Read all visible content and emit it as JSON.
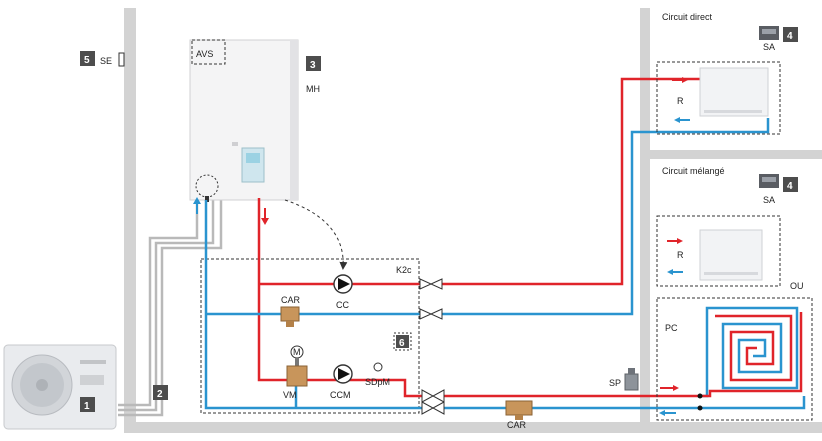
{
  "labels": {
    "circuit_direct": "Circuit direct",
    "circuit_melange": "Circuit mélangé",
    "se": "SE",
    "avs": "AVS",
    "mh": "MH",
    "k2c": "K2c",
    "cc": "CC",
    "car_top": "CAR",
    "car_bottom": "CAR",
    "vm": "VM",
    "ccm": "CCM",
    "sdpm": "SDpM",
    "r_top": "R",
    "r_bottom": "R",
    "sa_top": "SA",
    "sa_bottom": "SA",
    "ou": "OU",
    "pc": "PC",
    "sp": "SP",
    "m": "M"
  },
  "badges": {
    "b1": "1",
    "b2": "2",
    "b3": "3",
    "b4_top": "4",
    "b4_bottom": "4",
    "b5": "5",
    "b6": "6"
  },
  "colors": {
    "wall": "#d3d3d3",
    "hot": "#e0242a",
    "cold": "#2a94cf",
    "cable": "#b9b9b9",
    "badge": "#4d4d4d",
    "dash": "#333333"
  }
}
